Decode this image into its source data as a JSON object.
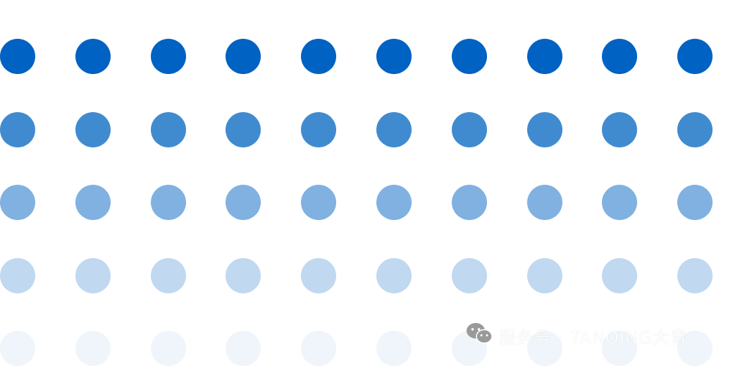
{
  "grid": {
    "rows": 5,
    "columns": 10,
    "row_colors": [
      "#0062c2",
      "#408bd0",
      "#80b1e1",
      "#c0d8f0",
      "#eff5fb"
    ]
  },
  "watermark": {
    "icon": "wechat-icon",
    "text": "服务号 · TANQING大青"
  }
}
